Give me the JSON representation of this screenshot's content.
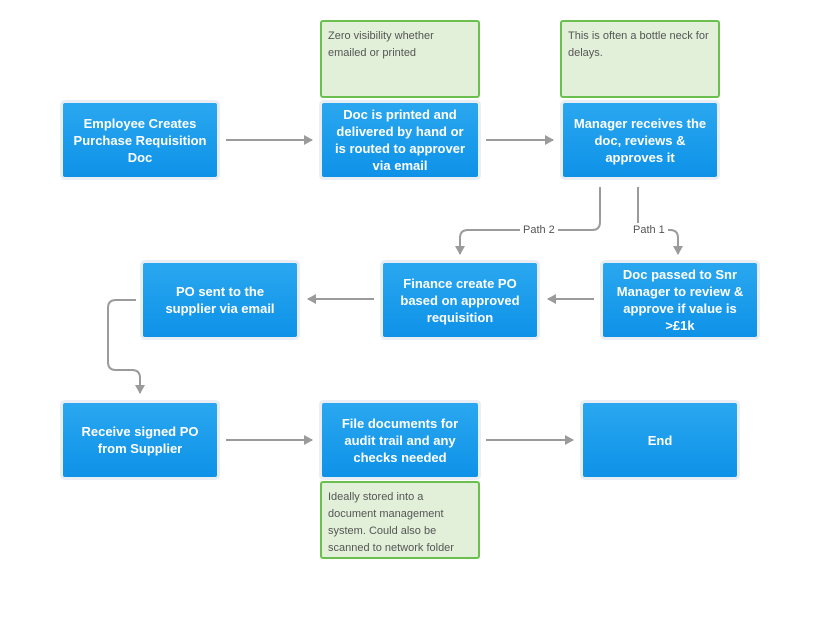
{
  "nodes": {
    "employee": "Employee Creates Purchase Requisition Doc",
    "doc_printed": "Doc is printed and delivered by hand or is routed to approver via email",
    "manager": "Manager receives the doc, reviews & approves it",
    "snr_manager": "Doc passed to Snr Manager to review & approve if value is >£1k",
    "finance": "Finance create PO based on approved requisition",
    "po_sent": "PO sent to the supplier via email",
    "receive_po": "Receive signed PO from Supplier",
    "file_docs": "File documents for audit trail and any checks needed",
    "end": "End"
  },
  "notes": {
    "visibility": "Zero visibility whether emailed or printed",
    "bottleneck": "This is often a bottle neck for delays.",
    "storage": "Ideally stored into a document management system. Could also be scanned to network folder"
  },
  "paths": {
    "path1": "Path 1",
    "path2": "Path 2"
  },
  "colors": {
    "node": "#1a9bec",
    "note_fill": "#e2f0d9",
    "note_border": "#6bbf4e",
    "connector": "#9b9b9b"
  }
}
